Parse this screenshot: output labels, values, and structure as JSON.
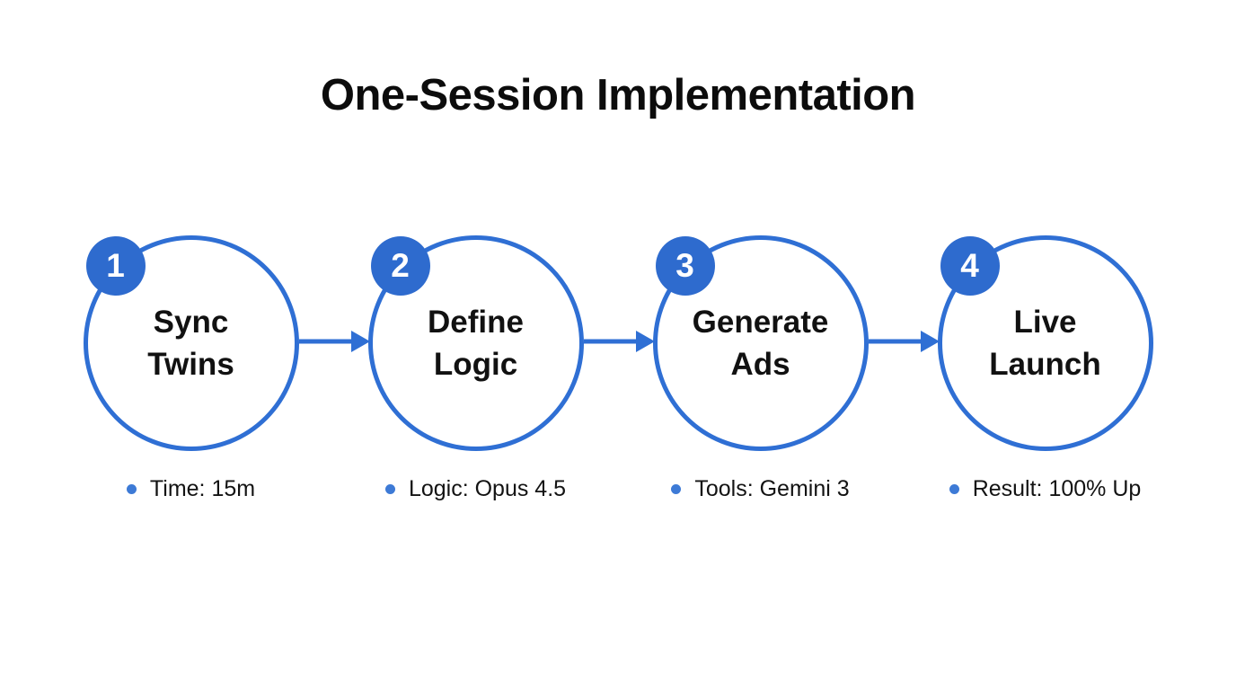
{
  "title": "One-Session Implementation",
  "colors": {
    "circle_stroke": "#2f6fd4",
    "badge_fill": "#2e6bce",
    "bullet": "#3d7ad6",
    "title_text": "#0c0c0c",
    "label_text": "#111111",
    "background": "#ffffff"
  },
  "steps": [
    {
      "number": "1",
      "label": "Sync\nTwins",
      "caption": "Time: 15m"
    },
    {
      "number": "2",
      "label": "Define\nLogic",
      "caption": "Logic: Opus 4.5"
    },
    {
      "number": "3",
      "label": "Generate\nAds",
      "caption": "Tools: Gemini 3"
    },
    {
      "number": "4",
      "label": "Live\nLaunch",
      "caption": "Result: 100% Up"
    }
  ],
  "connector": {
    "shape": "right-arrow"
  }
}
